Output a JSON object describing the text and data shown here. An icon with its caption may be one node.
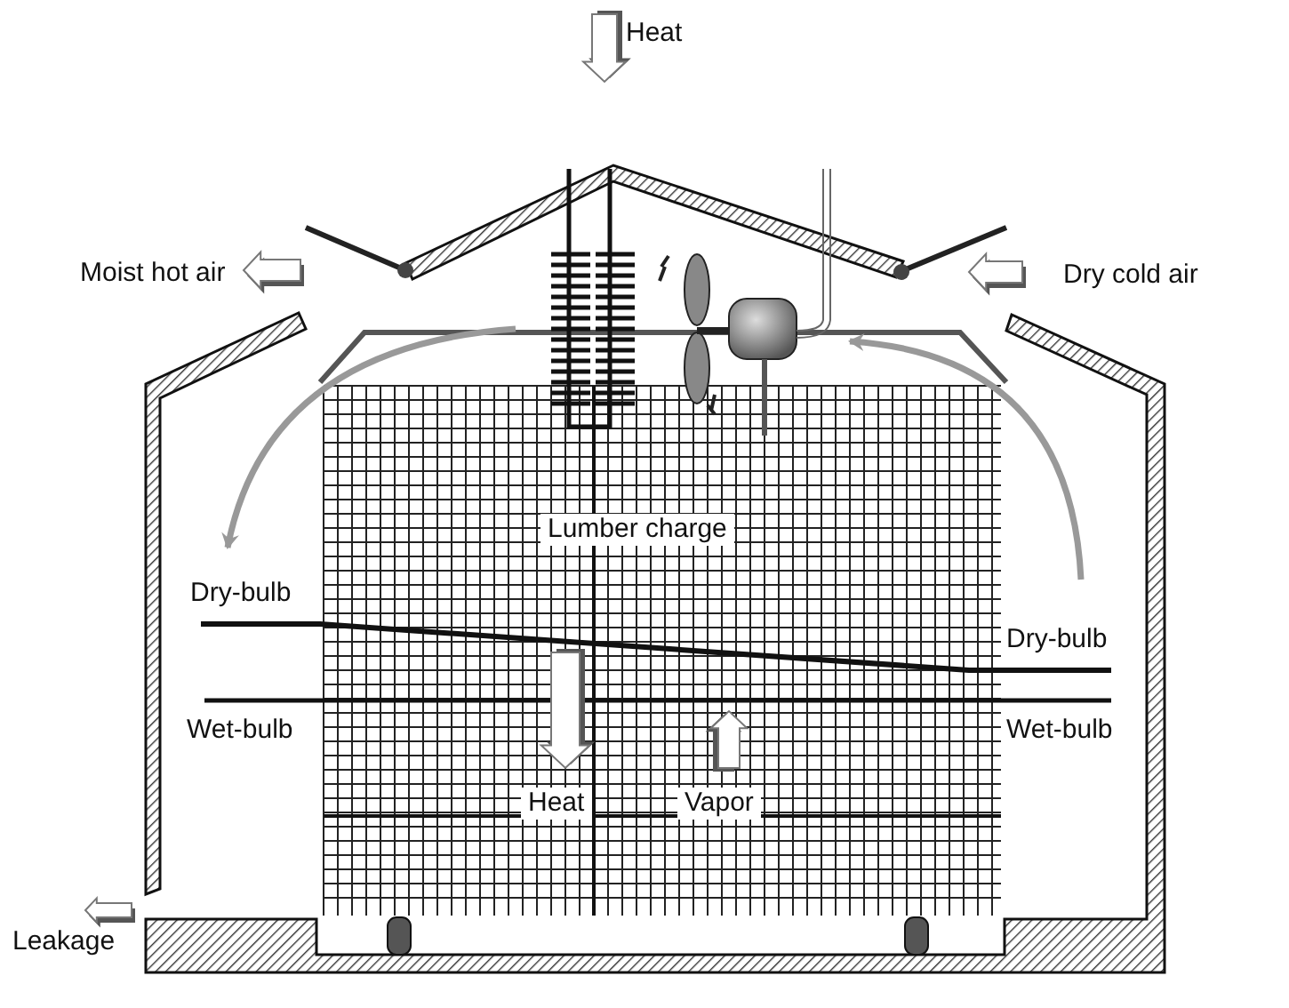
{
  "diagram": {
    "labels": [
      "Heat",
      "Moist hot air",
      "Dry cold air",
      "Lumber charge",
      "Dry-bulb",
      "Dry-bulb",
      "Wet-bulb",
      "Wet-bulb",
      "Heat",
      "Vapor",
      "Leakage"
    ]
  }
}
